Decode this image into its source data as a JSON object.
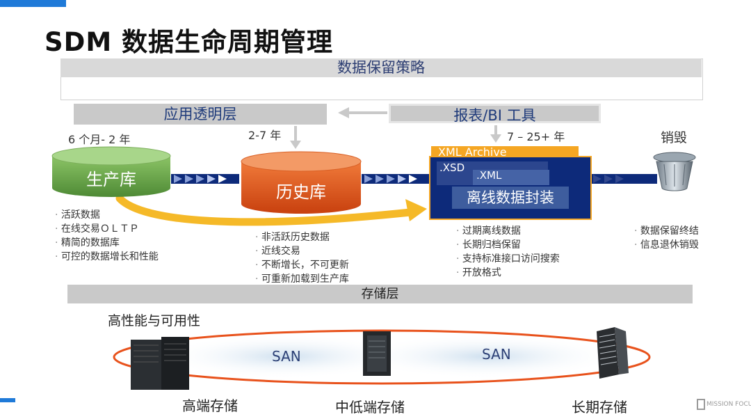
{
  "title": "SDM 数据生命周期管理",
  "strategy": {
    "label": "数据保留策略"
  },
  "application_layer": {
    "label": "应用透明层"
  },
  "bi_tools": {
    "label": "报表/BI 工具"
  },
  "periods": {
    "production": "6 个月- 2 年",
    "history": "2-7 年",
    "archive": "7 – 25+ 年",
    "destroy": "销毁"
  },
  "databases": {
    "production": "生产库",
    "history": "历史库"
  },
  "archive": {
    "tab": "XML Archive",
    "xsd": ".XSD",
    "xml": ".XML",
    "offline": "离线数据封装"
  },
  "bullets": {
    "production": [
      "活跃数据",
      "在线交易ＯＬＴＰ",
      "精简的数据库",
      "可控的数据增长和性能"
    ],
    "history": [
      "非活跃历史数据",
      "近线交易",
      "不断增长，不可更新",
      "可重新加载到生产库"
    ],
    "archive": [
      "过期离线数据",
      "长期归档保留",
      "支持标准接口访问搜索",
      "开放格式"
    ],
    "destroy": [
      "数据保留终结",
      "信息退休销毁"
    ]
  },
  "storage": {
    "label": "存储层",
    "high_perf": "高性能与可用性",
    "san1": "SAN",
    "san2": "SAN",
    "high_end": "高端存储",
    "mid_low": "中低端存储",
    "long_term": "长期存储"
  },
  "colors": {
    "accent": "#1f7ad8",
    "green_db": "#6fa84a",
    "orange_db": "#e1541d",
    "archive_blue": "#0d2a7a",
    "orange_ring": "#e8521c",
    "yellow_arrow": "#f5b928"
  },
  "watermark": "MISSION FOCUS"
}
